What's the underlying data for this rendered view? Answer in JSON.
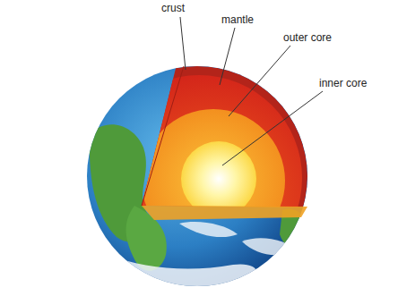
{
  "diagram": {
    "labels": [
      "crust",
      "mantle",
      "outer core",
      "inner core"
    ]
  }
}
